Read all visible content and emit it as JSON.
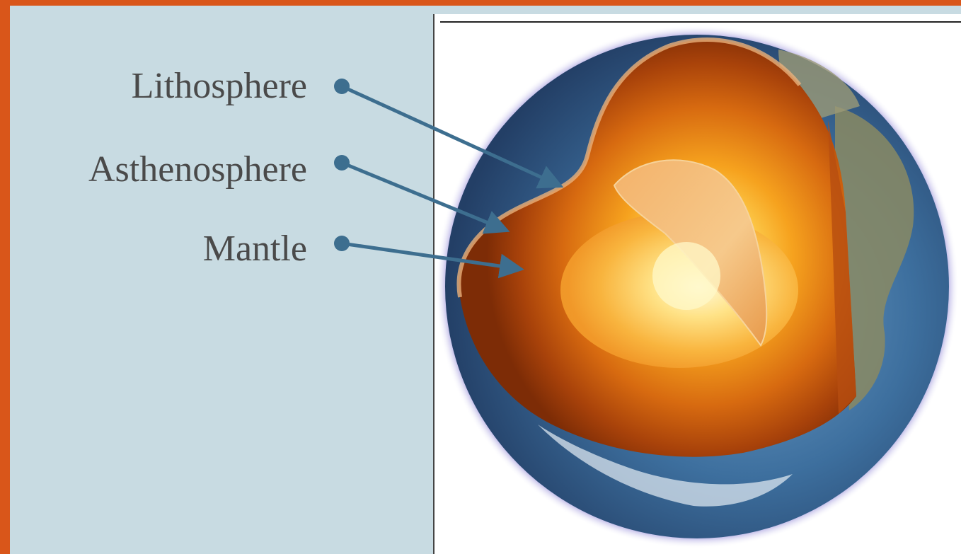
{
  "labels": {
    "lithosphere": "Lithosphere",
    "asthenosphere": "Asthenosphere",
    "mantle": "Mantle"
  },
  "colors": {
    "background_border": "#d9561a",
    "panel": "#c8dbe2",
    "arrow": "#3d6e8f",
    "text": "#4a4a4a"
  },
  "image_subject": "earth-cutaway"
}
